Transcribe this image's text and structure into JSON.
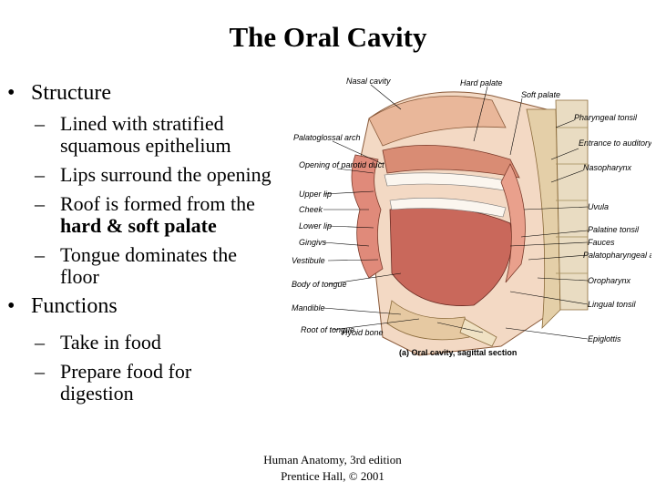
{
  "slide": {
    "title": "The Oral Cavity",
    "bullets": [
      {
        "label": "Structure",
        "sub": [
          "Lined with stratified squamous epithelium",
          "Lips surround the opening",
          {
            "pre": "Roof is formed from the ",
            "bold": "hard & soft palate"
          },
          "Tongue dominates the floor"
        ]
      },
      {
        "label": "Functions",
        "sub": [
          "Take in food",
          "Prepare food for digestion"
        ]
      }
    ],
    "bullet_glyph": "•",
    "dash_glyph": "–",
    "credit_line1": "Human Anatomy, 3rd edition",
    "credit_line2": "Prentice Hall, © 2001"
  },
  "figure": {
    "caption": "(a) Oral cavity, sagittal section",
    "labels_left": [
      "Palatoglossal arch",
      "Opening of parotid duct",
      "Upper lip",
      "Cheek",
      "Lower lip",
      "Gingivs",
      "Vestibule",
      "Body of tongue",
      "Mandible",
      "Root of tongue"
    ],
    "labels_top": [
      "Nasal cavity",
      "Hard palate",
      "Soft palate"
    ],
    "labels_right": [
      "Pharyngeal tonsil",
      "Entrance to auditory tube",
      "Nasopharynx",
      "Uvula",
      "Palatine tonsil",
      "Fauces",
      "Palatopharyngeal arch",
      "Oropharynx",
      "Lingual tonsil",
      "Epiglottis"
    ],
    "labels_bottom": [
      "Hyoid bone"
    ]
  }
}
